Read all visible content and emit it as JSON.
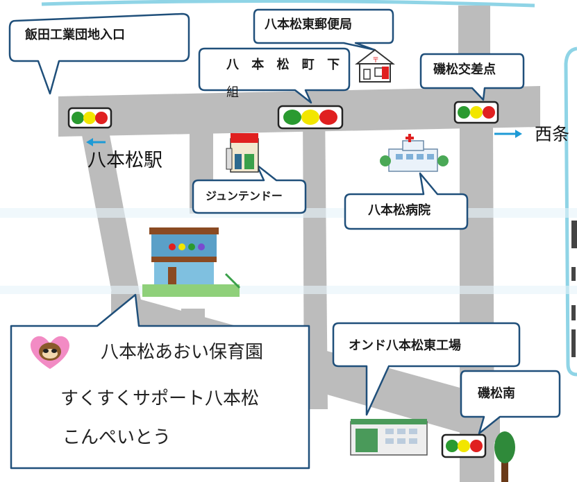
{
  "map": {
    "places": {
      "iida_industrial_entrance": "飯田工業団地入口",
      "yamatsu_east_post_office": "八本松東郵便局",
      "yamatsu_machishita_kumi": "八 本 松 町 下",
      "yamatsu_machishita_kumi_2": "組",
      "isomatsu_intersection": "磯松交差点",
      "saijo": "西条",
      "yamatsu_station": "八本松駅",
      "juntendo": "ジュンテンドー",
      "yamatsu_hospital": "八本松病院",
      "ondo_factory": "オンド八本松東工場",
      "isomatsu_minami": "磯松南"
    },
    "school_box": {
      "line1": "八本松あおい保育園",
      "line2": "すくすくサポート八本松",
      "line3": "こんぺいとう"
    },
    "colors": {
      "road": "#bcbcbc",
      "callout_border": "#1f4f7a",
      "arrow": "#1d9ad6",
      "signal_red": "#e02020",
      "signal_yellow": "#f2e600",
      "signal_green": "#2a9a30",
      "heart": "#f28bc4",
      "frame": "#8fd4e6"
    },
    "icons": [
      "post-office-icon",
      "juntendo-store-icon",
      "hospital-icon",
      "nursery-building-icon",
      "factory-icon",
      "tree-icon",
      "tanuki-icon",
      "heart-icon",
      "traffic-light-icon",
      "arrow-left-icon",
      "arrow-right-icon"
    ]
  }
}
